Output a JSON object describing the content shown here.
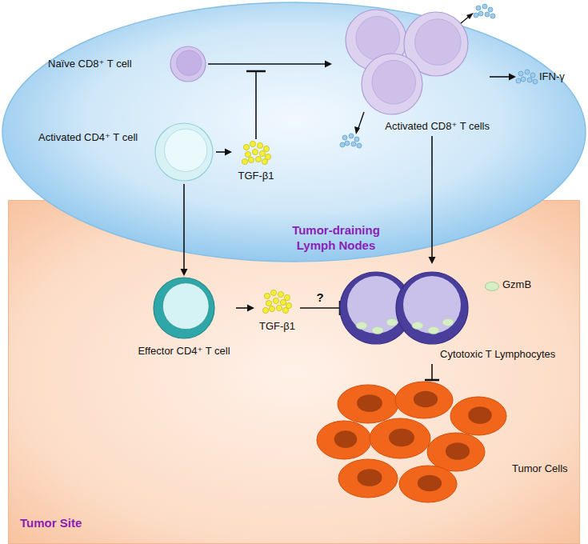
{
  "diagram": {
    "nodes": [
      {
        "text": [
          "Tumor-draining Lymph Nodes"
        ]
      },
      {
        "text": [
          "Naïve CD8⁺ T cell"
        ],
        "in": 0
      },
      {
        "text": [
          "Activated CD4⁺ T cell"
        ],
        "in": 0
      },
      {
        "text": [
          "TGF-β1"
        ],
        "in": 0
      },
      {
        "text": [
          "Activated CD8⁺ T cells"
        ],
        "in": 0
      },
      {
        "text": [
          "IFN-γ"
        ],
        "in": 0
      },
      {
        "text": [
          "Tumor Site"
        ]
      },
      {
        "text": [
          "Effector CD4⁺ T cell"
        ],
        "in": 6
      },
      {
        "text": [
          "TGF-β1"
        ],
        "in": 6
      },
      {
        "text": [
          "Cytotoxic T Lymphocytes"
        ],
        "in": 6
      },
      {
        "text": [
          "Tumor Cells"
        ],
        "in": 6
      }
    ],
    "edges": [
      {
        "from": 1,
        "to": 4,
        "arrow": "to"
      },
      {
        "from": 2,
        "to": 3,
        "arrow": "to"
      },
      {
        "from": 4,
        "to": 5,
        "arrow": "to"
      },
      {
        "from": 2,
        "to": 7,
        "arrow": "to"
      },
      {
        "from": 4,
        "to": 9,
        "arrow": "to"
      },
      {
        "from": 7,
        "to": 8,
        "arrow": "to"
      },
      {
        "from": 8,
        "to": 9,
        "label": "?",
        "arrow": "to"
      },
      {
        "from": 9,
        "to": 10,
        "arrow": "to"
      }
    ],
    "legend": [
      {
        "text": "GzmB",
        "color": "#d6eec6"
      }
    ]
  }
}
